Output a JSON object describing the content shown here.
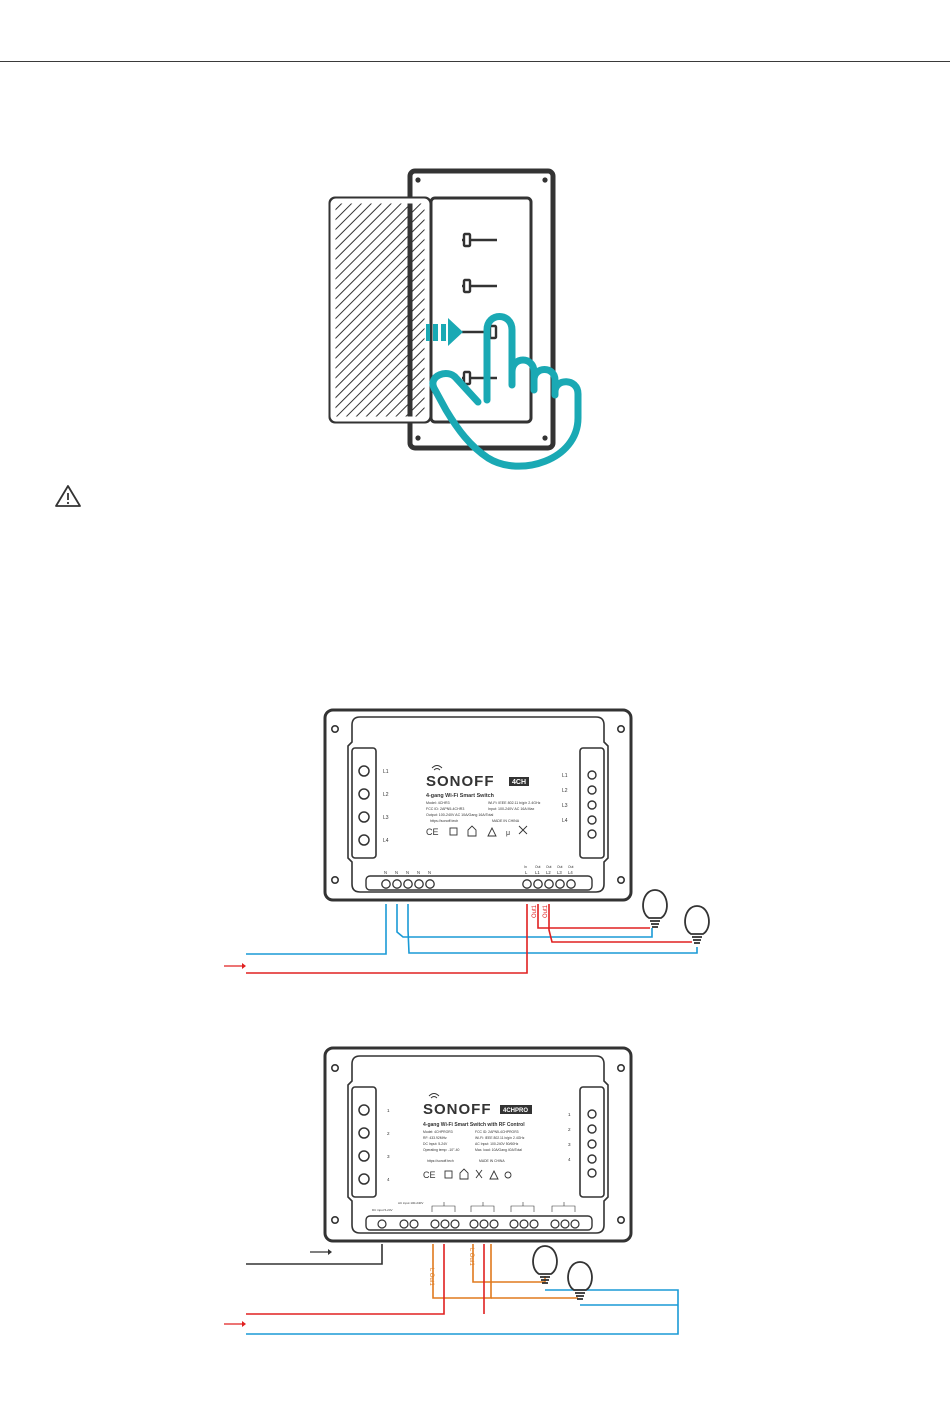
{
  "colors": {
    "line_dark": "#333333",
    "accent_teal": "#1aa9b4",
    "wire_live": "#e02020",
    "wire_neutral": "#1a9ad6",
    "wire_output": "#e07a1e",
    "wire_signal": "#333333"
  },
  "figure1": {
    "icons": [
      "cover-hatched-panel",
      "device-with-dip-switches",
      "teal-arrow-icon",
      "pointing-hand-icon"
    ]
  },
  "warning": {
    "icon": "warning-triangle-icon"
  },
  "device_4ch": {
    "brand": "SONOFF",
    "model_badge": "4CH",
    "subtitle": "4-gang Wi-Fi Smart Switch",
    "spec_left": [
      "Model: 4CHR3",
      "FCC ID: 2APN5-4CHR3",
      "Output: 100-240V AC  10A/Gang  16A/Total",
      "https://sonoff.tech"
    ],
    "spec_right": [
      "Wi-Fi: IEEE 802.11 b/g/n 2.4GHz",
      "Input: 100-240V AC 16A Max",
      "",
      "MADE IN CHINA"
    ],
    "left_labels": [
      "L1",
      "L2",
      "L3",
      "L4"
    ],
    "right_labels": [
      "L1",
      "L2",
      "L3",
      "L4",
      ""
    ],
    "bottom_left_labels": [
      "N",
      "N",
      "N",
      "N",
      "N"
    ],
    "bottom_right_labels": [
      "L",
      "L1",
      "L2",
      "L3",
      "L4"
    ],
    "bottom_right_top": [
      "In",
      "Out",
      "Out",
      "Out",
      "Out"
    ],
    "out_labels": [
      "Out1",
      "Out1"
    ]
  },
  "device_4chpro": {
    "brand": "SONOFF",
    "model_badge": "4CHPRO",
    "subtitle": "4-gang Wi-Fi Smart Switch with RF Control",
    "spec_left": [
      "Model: 4CHPROR3",
      "RF: 433.92MHz",
      "DC Input: 5-24V",
      "Operating temp: -10°-40",
      "https://sonoff.tech"
    ],
    "spec_right": [
      "FCC ID: 2APN5-4CHPROR3",
      "Wi-Fi: IEEE 802.11 b/g/n 2.4GHz",
      "AC Input: 100-240V 50/60Hz",
      "Max. load: 10A/Gang 40A/Total",
      "MADE IN CHINA"
    ],
    "left_labels": [
      "1",
      "2",
      "3",
      "4"
    ],
    "right_labels": [
      "1",
      "2",
      "3",
      "4",
      ""
    ],
    "dc_label": "DC input 5-24V",
    "ac_label": "AC input 100-240V",
    "out_labels": [
      "L Out1",
      "L Out1"
    ]
  }
}
